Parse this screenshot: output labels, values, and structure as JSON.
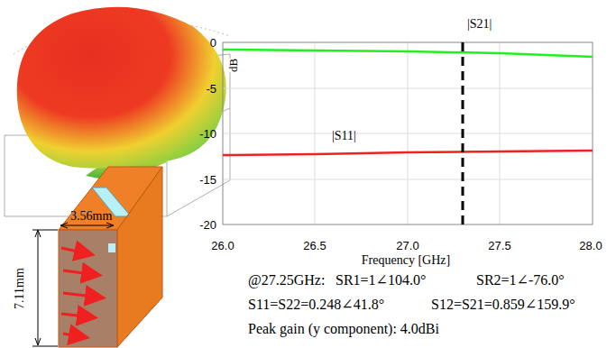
{
  "diagram": {
    "labels": [
      "3.56mm",
      "7.11mm",
      "0",
      "-5",
      "-10",
      "-15",
      "-20",
      "dB",
      "26.0",
      "26.5",
      "27.0",
      "27.5",
      "28.0",
      "Frequency [GHz]",
      "|S21|",
      "|S11|",
      "@27.25GHz:",
      "SR1=1∠104.0°",
      "SR2=1∠-76.0°",
      "S11=S22=0.248∠41.8°",
      "S12=S21=0.859∠159.9°",
      "Peak gain (y component): 4.0dBi"
    ]
  }
}
